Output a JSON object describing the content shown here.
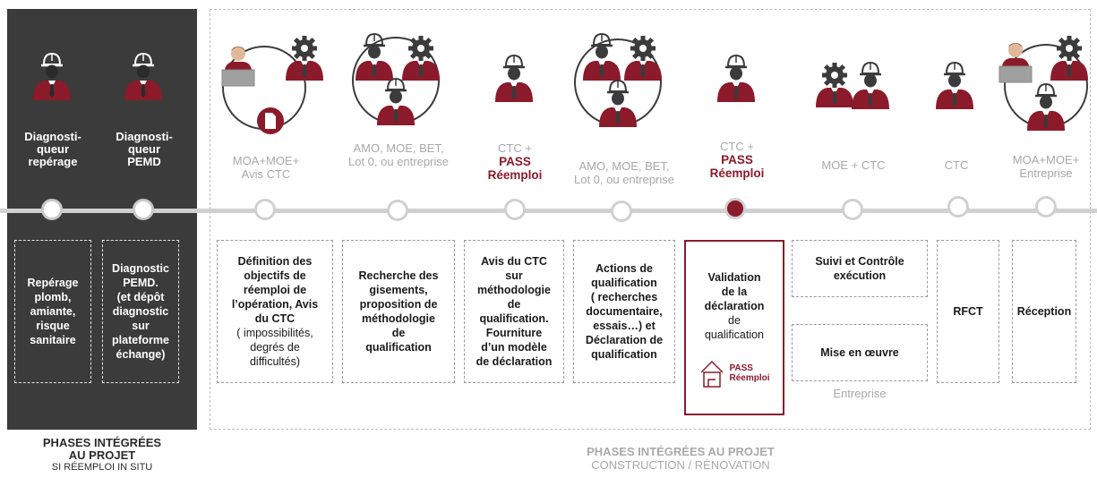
{
  "colors": {
    "accent": "#8b1a2b",
    "dark_panel": "#3b3b3b",
    "grey_text": "#a9a9a9",
    "timeline": "#d0d0d0"
  },
  "left_panel": {
    "roles": [
      "Diagnosti-\nqueur\nrepérage",
      "Diagnosti-\nqueur\nPEMD"
    ],
    "boxes": [
      "Repérage\nplomb,\namiante,\nrisque\nsanitaire",
      "Diagnostic\nPEMD.\n(et dépôt\ndiagnostic\nsur\nplateforme\néchange)"
    ],
    "footer_line1": "PHASES INTÉGRÉES",
    "footer_line2": "AU PROJET",
    "footer_line3": "SI RÉEMPLOI IN SITU"
  },
  "roles": [
    {
      "text": "MOA+MOE+\nAvis CTC"
    },
    {
      "text": "AMO, MOE, BET,\nLot 0, ou  entreprise"
    },
    {
      "text": "CTC +",
      "pass": "PASS\nRéemploi"
    },
    {
      "text": "AMO, MOE, BET,\nLot 0, ou  entreprise"
    },
    {
      "text": "CTC +",
      "pass": "PASS\nRéemploi"
    },
    {
      "text": "MOE + CTC"
    },
    {
      "text": "CTC"
    },
    {
      "text": "MOA+MOE+\nEntreprise"
    }
  ],
  "boxes": [
    {
      "bold": "Définition des\nobjectifs de\nréemploi de\nl’opération, Avis\ndu CTC",
      "normal": "( impossibilités,\ndegrés de\ndifficultés)"
    },
    {
      "bold": "Recherche des\ngisements,\nproposition de\nméthodologie\nde\nqualification",
      "normal": ""
    },
    {
      "bold": "Avis du CTC\nsur\nméthodologie\nde\nqualification.\nFourniture\nd’un modèle\nde déclaration",
      "normal": ""
    },
    {
      "bold": "Actions de\nqualification\n( recherches\ndocumentaire,\nessais…) et\nDéclaration de\nqualification",
      "normal": ""
    },
    {
      "bold": "Validation\nde la\ndéclaration",
      "normal": "de\nqualification"
    },
    {
      "bold": "Suivi et Contrôle\nexécution",
      "normal": ""
    },
    {
      "bold": "Mise en œuvre",
      "normal": ""
    },
    {
      "bold": "RFCT",
      "normal": ""
    },
    {
      "bold": "Réception",
      "normal": ""
    }
  ],
  "entreprise_label": "Entreprise",
  "logo": {
    "line1": "PASS",
    "line2": "Réemploi"
  },
  "footer": {
    "line1": "PHASES INTÉGRÉES AU PROJET",
    "line2": "CONSTRUCTION / RÉNOVATION"
  }
}
